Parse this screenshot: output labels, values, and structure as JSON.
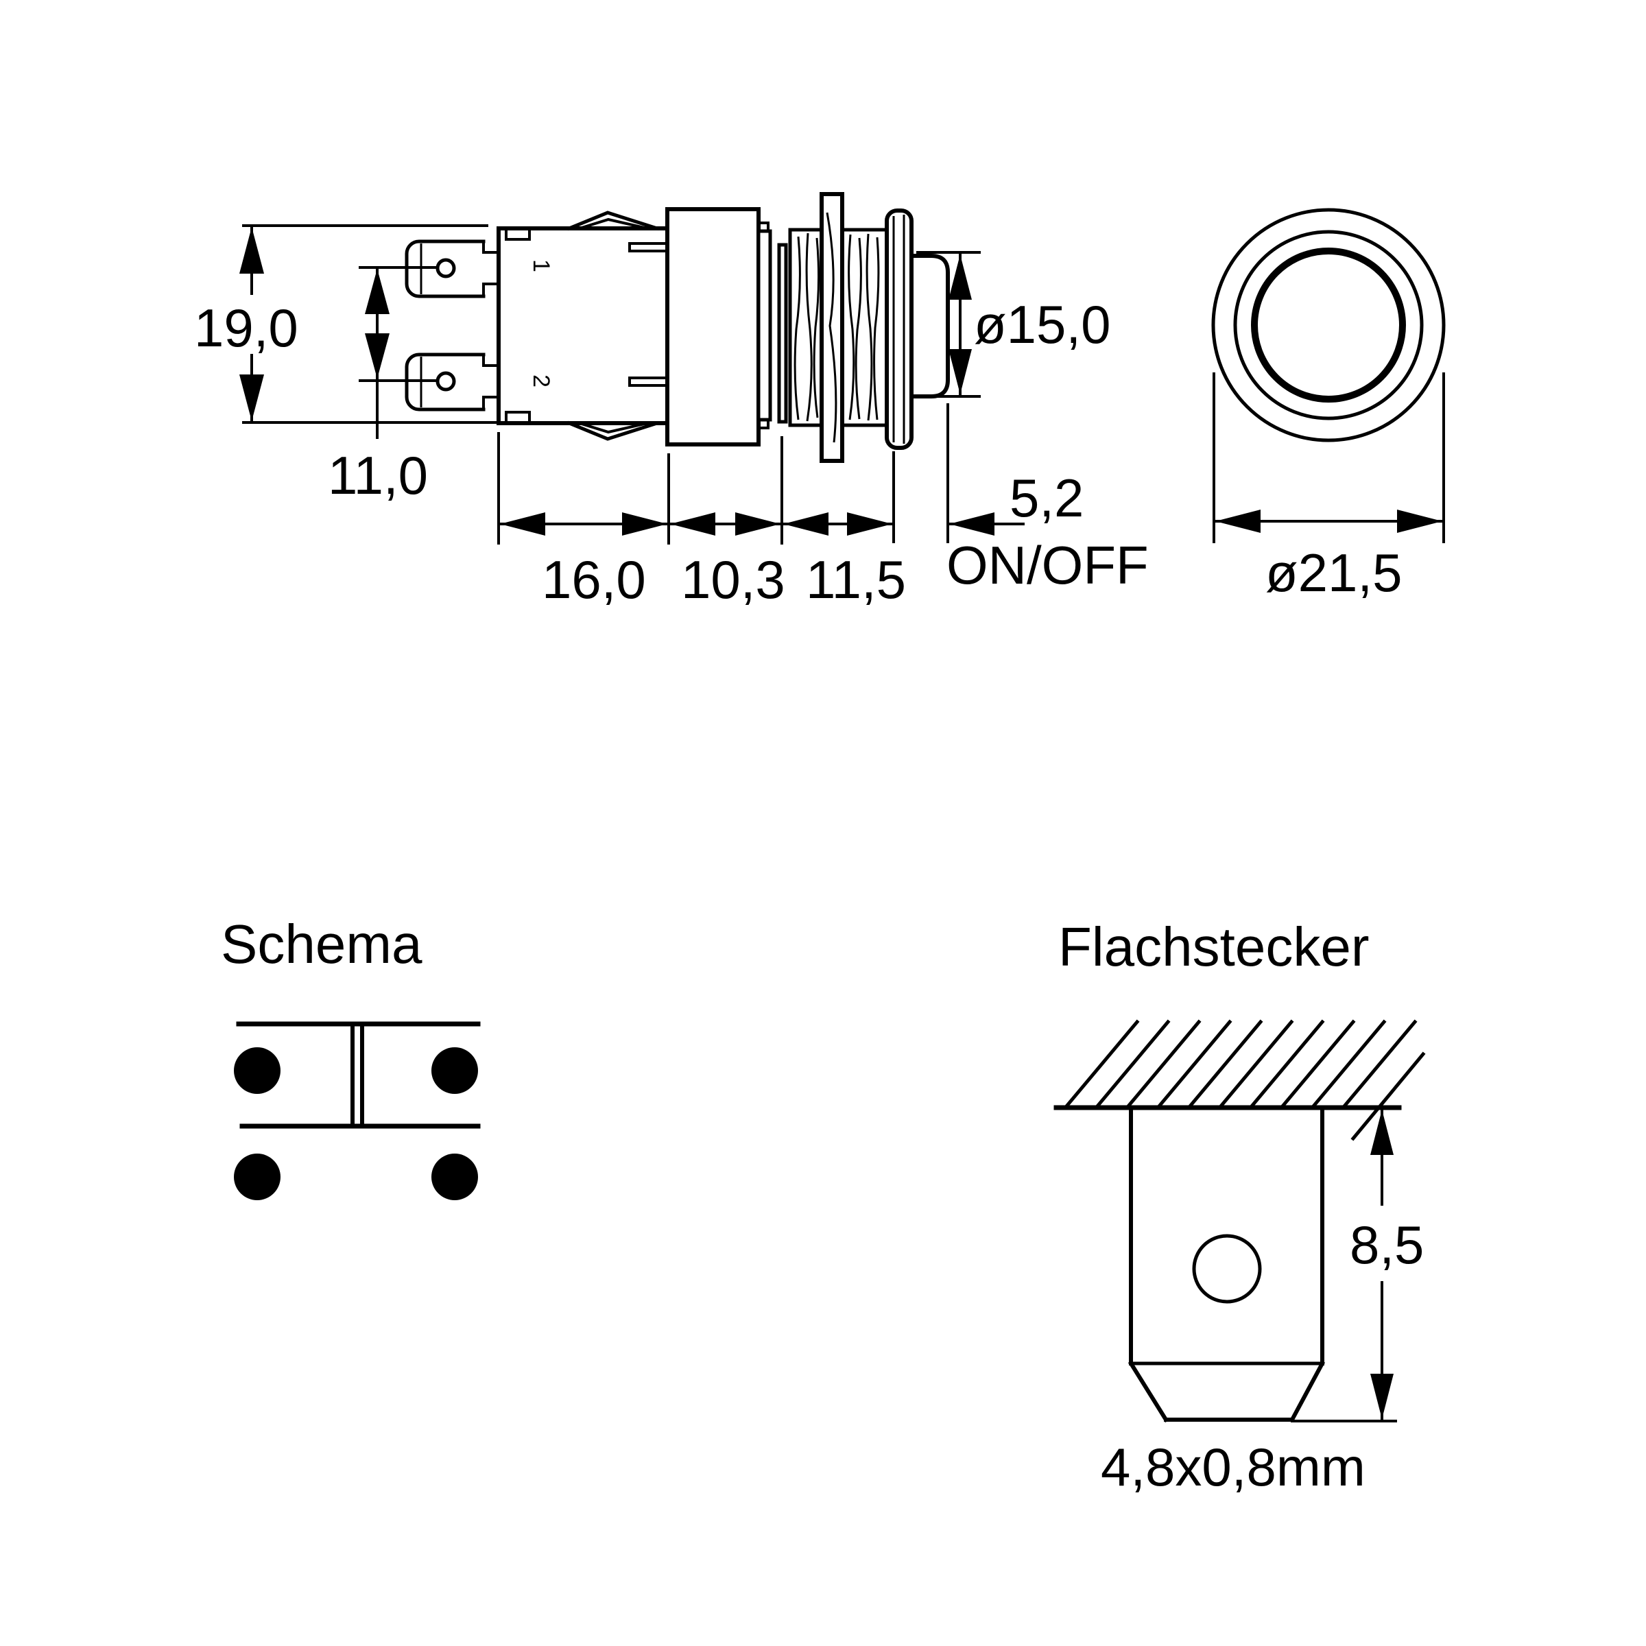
{
  "side_view": {
    "dim_height": "19,0",
    "dim_terminal_spacing": "11,0",
    "dim_body_length": "16,0",
    "dim_flange_length": "10,3",
    "dim_thread_length": "11,5",
    "dim_button_protrusion": "5,2",
    "switch_action_label": "ON/OFF",
    "dim_button_diameter": "ø15,0",
    "terminal_1_label": "1",
    "terminal_2_label": "2"
  },
  "front_view": {
    "dim_outer_diameter": "ø21,5"
  },
  "schema": {
    "title": "Schema"
  },
  "flachstecker": {
    "title": "Flachstecker",
    "dim_tab_length": "8,5",
    "dim_tab_size": "4,8x0,8mm"
  },
  "colors": {
    "line": "#000000",
    "background": "#ffffff"
  }
}
